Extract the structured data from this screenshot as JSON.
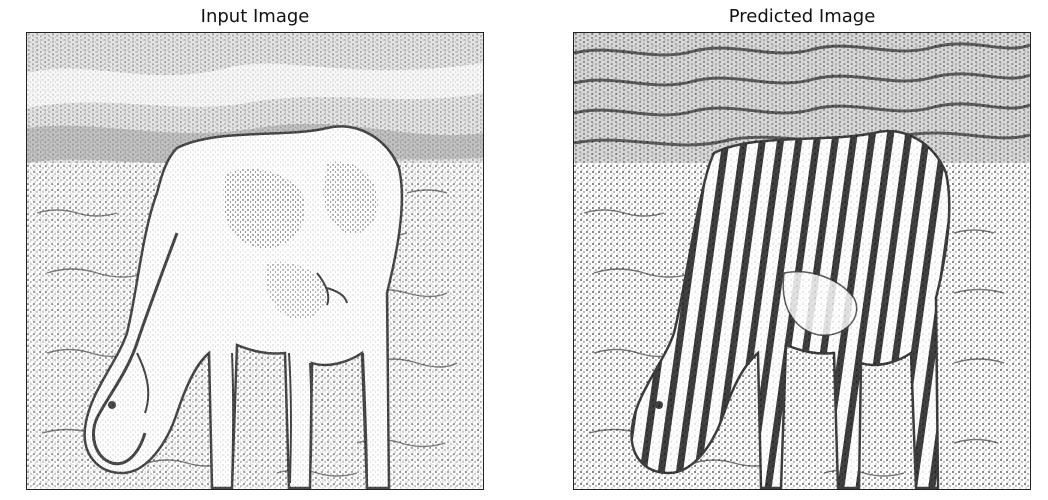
{
  "figure": {
    "panels": [
      {
        "title": "Input Image",
        "content": "cow-sketch"
      },
      {
        "title": "Predicted Image",
        "content": "zebra-sketch"
      }
    ],
    "colors": {
      "ink": "#111111",
      "paper": "#ffffff",
      "midtone": "#9a9a9a"
    }
  }
}
